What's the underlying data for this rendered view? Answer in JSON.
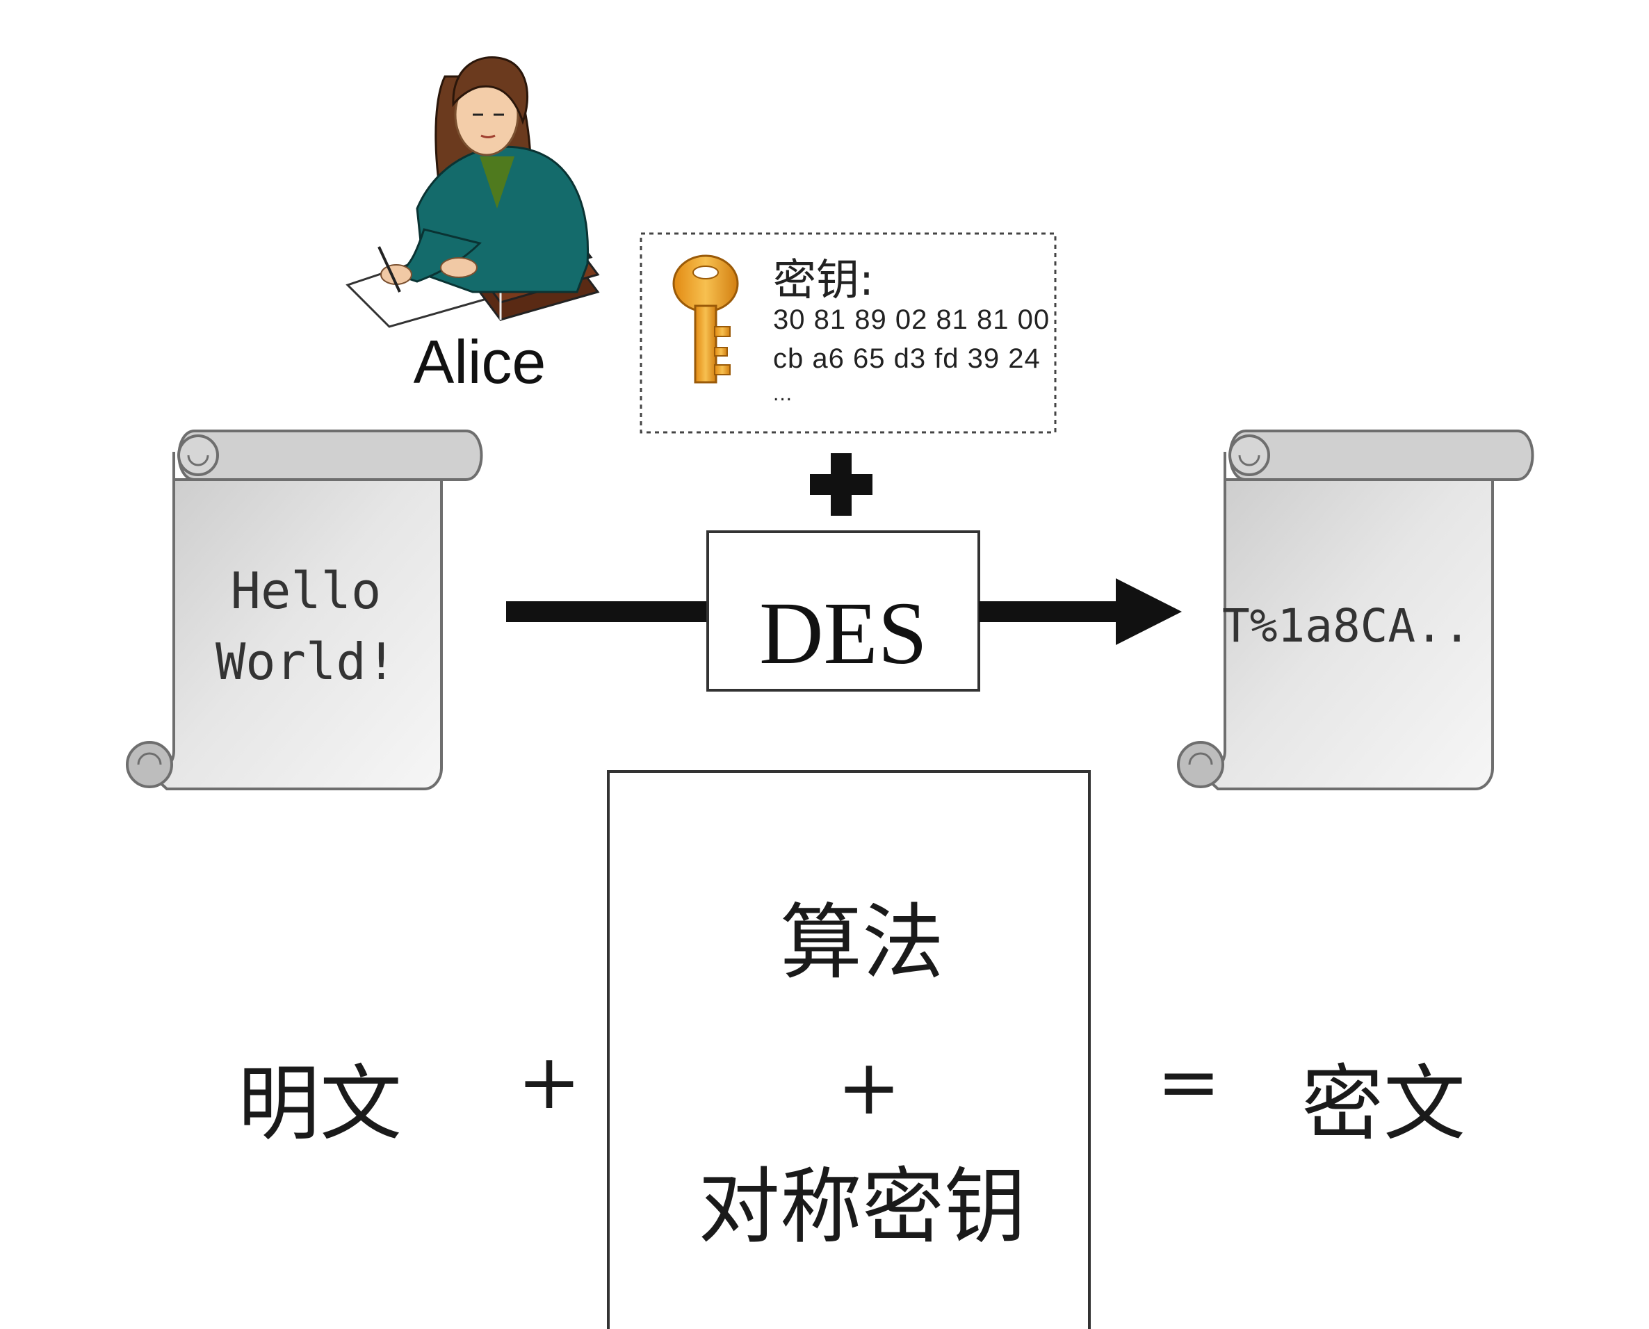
{
  "alice": {
    "name": "Alice"
  },
  "key_card": {
    "title": "密钥:",
    "line1": "30 81 89 02 81 81 00",
    "line2": "cb a6 65 d3 fd 39 24",
    "line3": "..."
  },
  "plaintext_scroll": {
    "line1": "Hello",
    "line2": "World!"
  },
  "ciphertext_scroll": {
    "text": "T%1a8CA.."
  },
  "cipher_box": {
    "label": "DES"
  },
  "formula": {
    "plaintext": "明文",
    "plus": "+",
    "algorithm": "算法",
    "inner_plus": "+",
    "symmetric_key": "对称密钥",
    "equals": "=",
    "ciphertext": "密文"
  },
  "colors": {
    "scroll_fill": "#d9d9d9",
    "scroll_stroke": "#6e6e6e",
    "key_gold": "#f0a12a",
    "alice_jacket": "#146b6b",
    "alice_hair": "#6b3a1e"
  }
}
